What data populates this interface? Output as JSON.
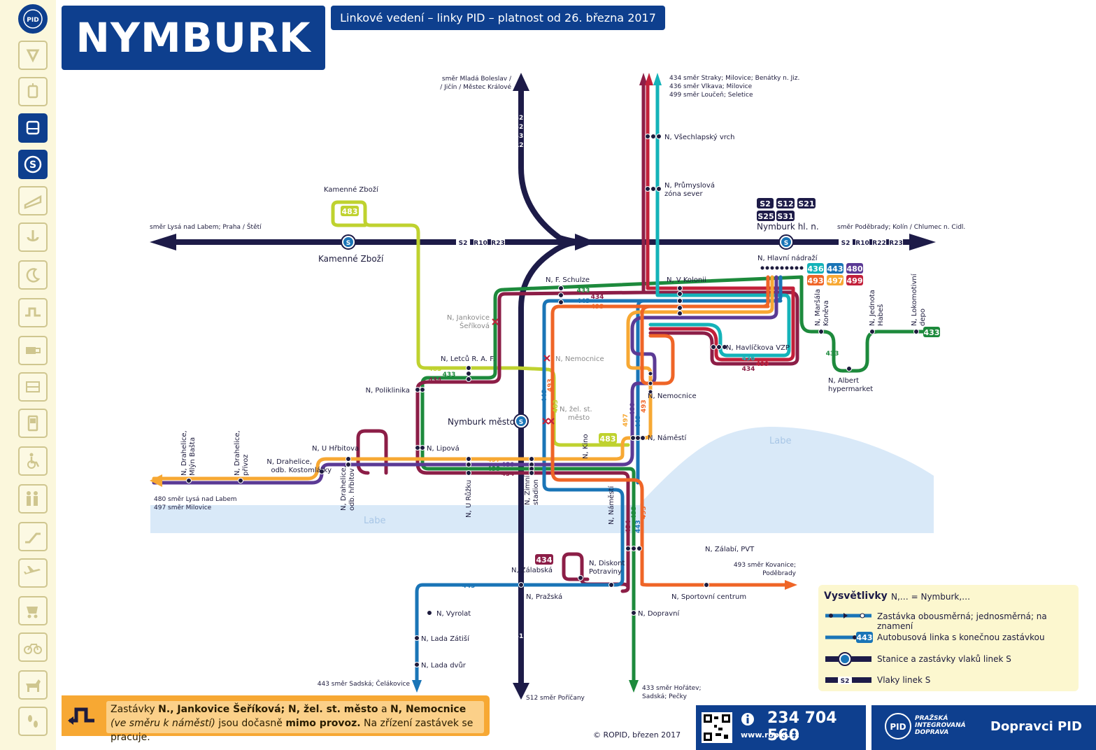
{
  "header": {
    "title": "NYMBURK",
    "subtitle": "Linkové vedení – linky PID – platnost od 26. března 2017"
  },
  "sidebar": {
    "logo": "PID",
    "icons": [
      "pid-logo-icon",
      "metro-icon",
      "tram-icon",
      "bus-icon",
      "train-s-icon",
      "funicular-icon",
      "ferry-icon",
      "night-icon",
      "replacement-icon",
      "ticket-icon",
      "ticket-machine-icon",
      "phone-icon",
      "wheelchair-icon",
      "family-icon",
      "escalator-icon",
      "airport-icon",
      "stroller-icon",
      "bicycle-icon",
      "dog-icon",
      "walking-icon"
    ]
  },
  "colors": {
    "navy": "#1d1b48",
    "green": "#1d8a3c",
    "yellowgreen": "#bfd22f",
    "teal": "#14b3b9",
    "blue": "#1a75b7",
    "purple": "#5b3a95",
    "orange": "#f7a833",
    "orangered": "#ef6527",
    "red": "#c2203a",
    "maroon": "#8c1e47",
    "river": "#d9e9f8",
    "pidblue": "#0e3f8e"
  },
  "directions": {
    "north_rail": [
      "směr Mladá Boleslav /",
      "/ Jičín / Městec Králové"
    ],
    "north_rail_trains": [
      "S21",
      "S25",
      "S31",
      "R22"
    ],
    "west_rail": "směr Lysá nad Labem; Praha / Štětí",
    "west_rail_trains": [
      "S2",
      "R10",
      "R23"
    ],
    "east_rail": "směr Poděbrady; Kolín / Chlumec n. Cidl.",
    "east_rail_trains": [
      "S2",
      "R10",
      "R22",
      "R23"
    ],
    "north_bus": [
      "434 směr Straky; Milovice; Benátky n. Jiz.",
      "436 směr Vlkava; Milovice",
      "499 směr Loučeň; Seletice"
    ],
    "west_bus": [
      "480 směr Lysá nad Labem",
      "497 směr Milovice"
    ],
    "south_443": "443 směr Sadská; Čelákovice",
    "south_s12": "S12 směr Poříčany",
    "south_433": [
      "433 směr Hořátev;",
      "Sadská; Pečky"
    ],
    "east_493": [
      "493 směr Kovanice;",
      "Poděbrady"
    ]
  },
  "stations": {
    "kamenne_zbozi_stop": "Kamenné Zboží",
    "kamenne_zbozi_train": "Kamenné Zboží",
    "nymburk_hl_n": "Nymburk hl. n.",
    "nymburk_mesto": "Nymburk město",
    "hl_n_trains": [
      "S2",
      "S12",
      "S21",
      "S25",
      "S31"
    ]
  },
  "stops": {
    "vsechlapsky": "N, Všechlapský vrch",
    "prumyslova": "N, Průmyslová",
    "prumyslova2": "zóna sever",
    "hlavni": "N, Hlavní nádraží",
    "schulze": "N, F. Schulze",
    "v_kolonii": "N, V Kolonii",
    "jankovice": "N, Jankovice",
    "jankovice2": "Šeříková",
    "letcu": "N, Letců R. A. F.",
    "poliklinika": "N, Poliklinika",
    "nemocnice_temp": "N, Nemocnice",
    "zel_st_mesto": "N, žel. st.",
    "zel_st_mesto2": "město",
    "havlickova": "N, Havlíčkova VZP",
    "nemocnice": "N, Nemocnice",
    "marsala": "N, Maršála",
    "marsala2": "Koněva",
    "jednota": "N, Jednota",
    "jednota2": "Habeš",
    "lokomotivni": "N, Lokomotivní",
    "lokomotivni2": "depo",
    "albert": "N, Albert",
    "albert2": "hypermarket",
    "namesti": "N, Náměstí",
    "kino": "N, Kino",
    "lipova": "N, Lipová",
    "u_hrbitova": "N, U Hřbitova",
    "drahelice_kost": "N, Drahelice,",
    "drahelice_kost2": "odb. Kostomlátky",
    "drahelice_mlyn": "N, Drahelice,",
    "drahelice_mlyn2": "Mlýn Bašta",
    "drahelice_privoz": "N, Drahelice,",
    "drahelice_privoz2": "přívoz",
    "drahelice_hrbitov": "N, Drahelice,",
    "drahelice_hrbitov2": "odb. hřbitov",
    "u_rozku": "N, U Růžku",
    "zimni_stadion": "N, Zimní",
    "zimni_stadion2": "stadion",
    "namesti_south": "N, Náměstí",
    "zalabi": "N, Zálabí, PVT",
    "diskont": "N, Diskont",
    "diskont2": "Potraviny",
    "zalabska": "N, Zálabská",
    "prazska": "N, Pražská",
    "sportovni": "N, Sportovní centrum",
    "vyrolat": "N, Vyrolat",
    "lada_zatisi": "N, Lada Zátiší",
    "lada_dvur": "N, Lada dvůr",
    "dopravni": "N, Dopravní"
  },
  "line_numbers": {
    "l433": "433",
    "l434": "434",
    "l436": "436",
    "l443": "443",
    "l480": "480",
    "l483": "483",
    "l493": "493",
    "l497": "497",
    "l499": "499",
    "s12": "S12"
  },
  "river": {
    "name_east": "Labe",
    "name_west": "Labe"
  },
  "legend": {
    "title": "Vysvětlivky",
    "abbr": "N,… = Nymburk,…",
    "rows": [
      "Zastávka obousměrná; jednosměrná; na znamení",
      "Autobusová linka s konečnou zastávkou",
      "Stanice a zastávky vlaků linek S",
      "Vlaky linek S"
    ],
    "sample_line": "443",
    "sample_train": "S2"
  },
  "notice": {
    "p1": "Zastávky ",
    "b1": "N., Jankovice Šeříková; N, žel. st. město",
    "p2": " a ",
    "b2": "N, Nemocnice",
    "i1": " (ve směru k náměstí)",
    "p3": " jsou dočasně ",
    "b3": "mimo provoz.",
    "p4": " Na zřízení zastávek se pracuje."
  },
  "footer": {
    "copyright": "© ROPID, březen 2017",
    "phone": "234 704 560",
    "web": "www.ropid.cz",
    "pid_name": [
      "PRAŽSKÁ",
      "INTEGROVANÁ",
      "DOPRAVA"
    ],
    "operators": "Dopravci PID"
  }
}
